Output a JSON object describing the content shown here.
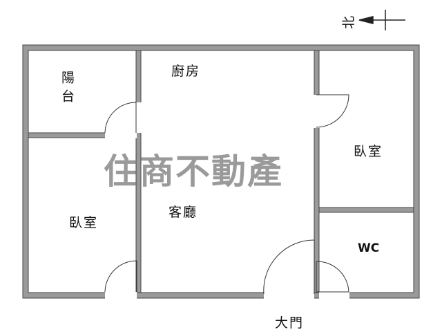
{
  "compass": {
    "north_label": "北"
  },
  "rooms": {
    "balcony": "陽台",
    "kitchen": "廚房",
    "bedroom_right": "臥室",
    "bedroom_left": "臥室",
    "living_room": "客廳",
    "wc": "WC"
  },
  "entrance_label": "大門",
  "watermark": "住商不動產"
}
